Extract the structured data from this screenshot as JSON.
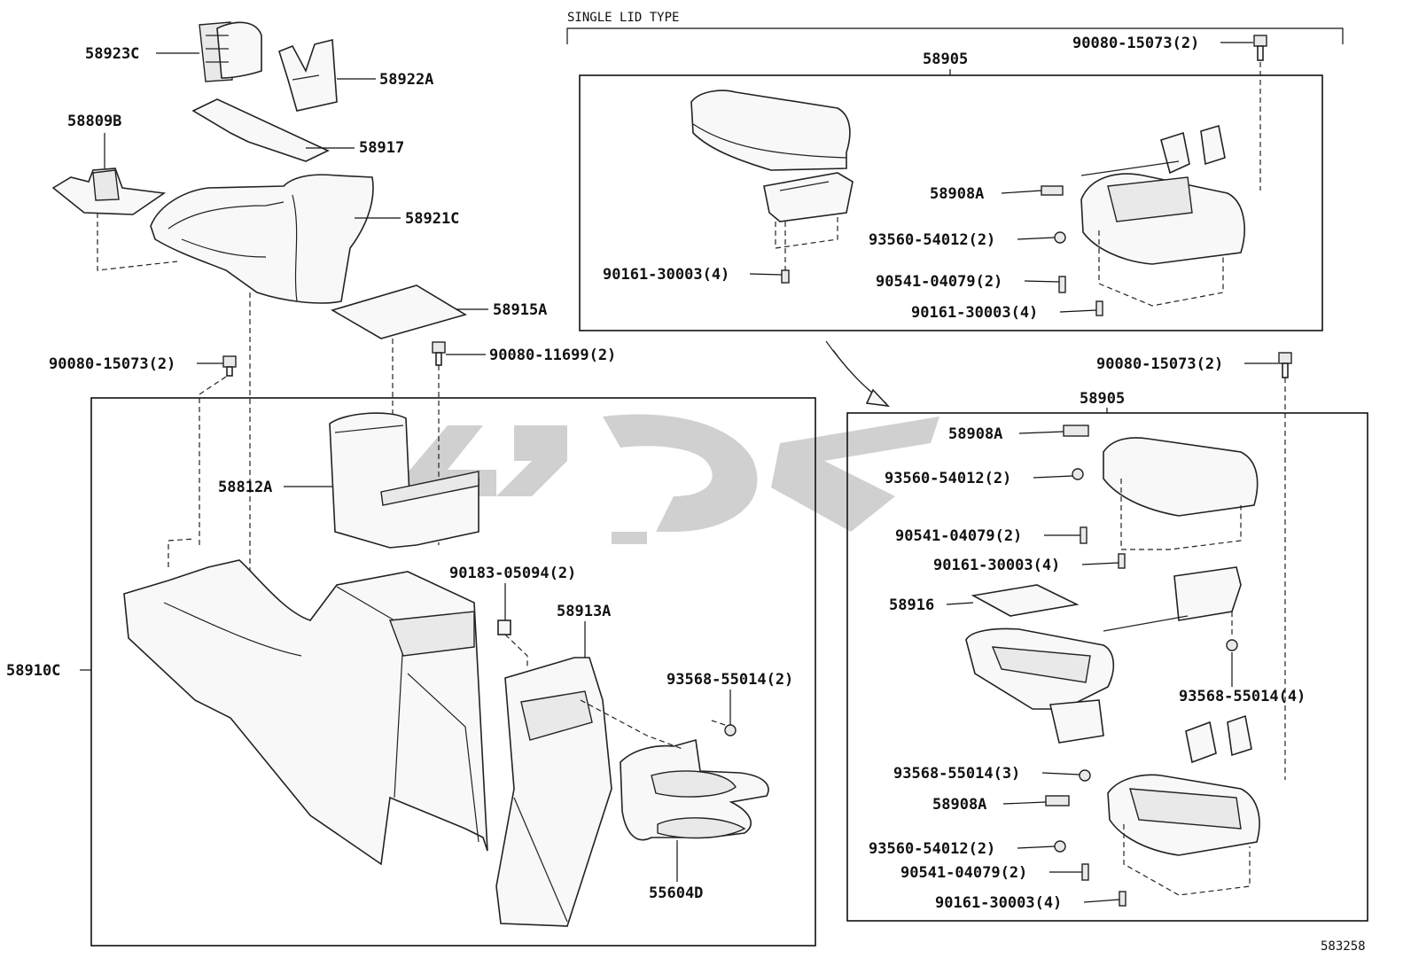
{
  "header": {
    "single_lid_type": "SINGLE LID TYPE"
  },
  "footer": {
    "diagram_code": "583258"
  },
  "parts": {
    "p58923C": "58923C",
    "p58922A": "58922A",
    "p58809B": "58809B",
    "p58917": "58917",
    "p58921C": "58921C",
    "p58915A": "58915A",
    "p90080_15073_left": "90080-15073(2)",
    "p90080_11699": "90080-11699(2)",
    "p58812A": "58812A",
    "p58910C": "58910C",
    "p90183_05094": "90183-05094(2)",
    "p58913A": "58913A",
    "p93568_55014_left": "93568-55014(2)",
    "p55604D": "55604D",
    "top_box": {
      "bolt": "90080-15073(2)",
      "assembly": "58905",
      "p58908A": "58908A",
      "p93560": "93560-54012(2)",
      "p90541": "90541-04079(2)",
      "p90161_a": "90161-30003(4)",
      "p90161_b": "90161-30003(4)"
    },
    "bottom_box": {
      "bolt": "90080-15073(2)",
      "assembly": "58905",
      "p58908A_top": "58908A",
      "p93560_top": "93560-54012(2)",
      "p90541_top": "90541-04079(2)",
      "p90161_top": "90161-30003(4)",
      "p58916": "58916",
      "p93568_4": "93568-55014(4)",
      "p93568_3": "93568-55014(3)",
      "p58908A_bot": "58908A",
      "p93560_bot": "93560-54012(2)",
      "p90541_bot": "90541-04079(2)",
      "p90161_bot": "90161-30003(4)"
    }
  }
}
